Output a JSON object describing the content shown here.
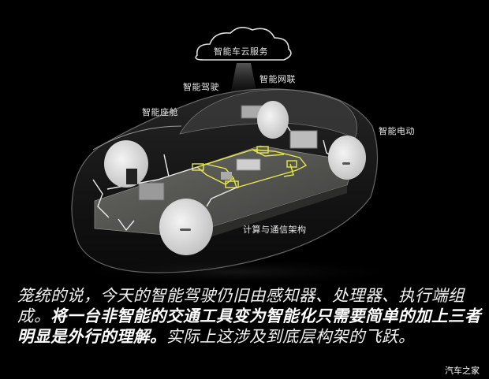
{
  "diagram": {
    "labels": {
      "cloud": "智能车云服务",
      "connectivity": "智能网联",
      "driving": "智能驾驶",
      "cockpit": "智能座舱",
      "electric": "智能电动",
      "architecture": "计算与通信架构"
    },
    "colors": {
      "background": "#000000",
      "circuit_highlight": "#e6e84a",
      "wheel": "#e8e8e8",
      "chassis": "#5a5a58",
      "text": "#ffffff"
    }
  },
  "caption": {
    "part1": "笼统的说，今天的智能驾驶仍旧由感知器、处理器、执行端组成。",
    "part2_bold": "将一台非智能的交通工具变为智能化只需要简单的加上三者明显是外行的理解。",
    "part3": "实际上这涉及到底层构架的飞跃。"
  },
  "watermark": "汽车之家"
}
